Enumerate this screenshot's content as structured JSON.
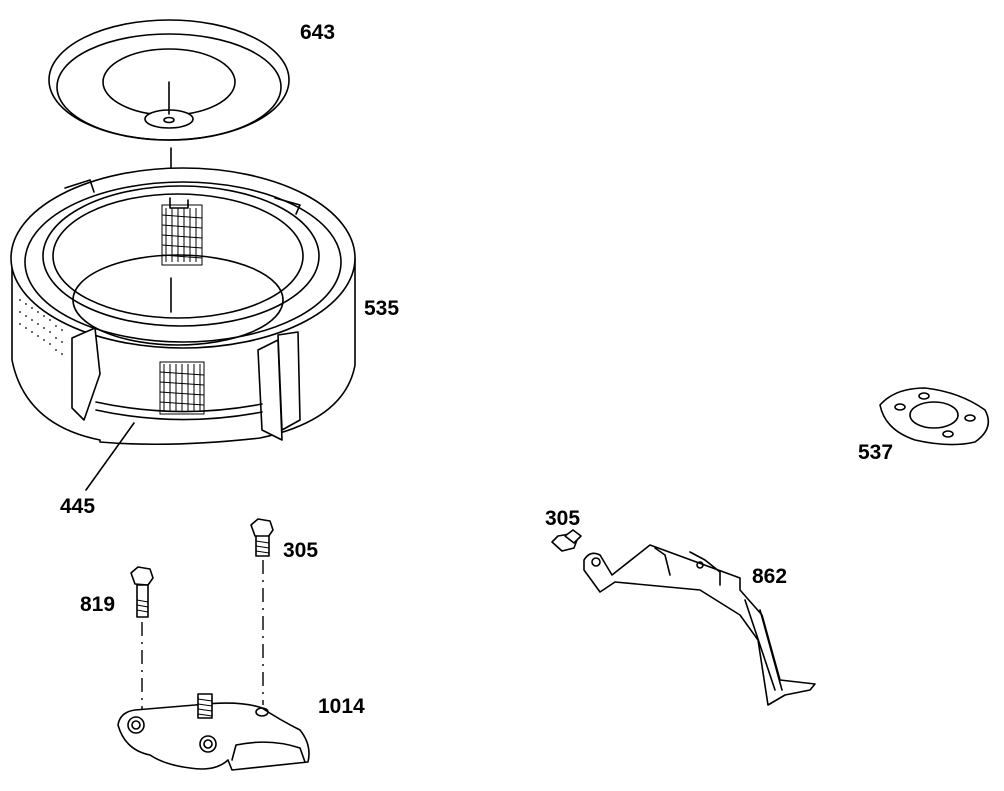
{
  "parts": [
    {
      "id": "cover",
      "label": "643"
    },
    {
      "id": "precleaner",
      "label": "535"
    },
    {
      "id": "filter",
      "label": "445"
    },
    {
      "id": "gasket",
      "label": "537"
    },
    {
      "id": "screw-right",
      "label": "305"
    },
    {
      "id": "bracket",
      "label": "862"
    },
    {
      "id": "screw-left",
      "label": "305"
    },
    {
      "id": "bolt",
      "label": "819"
    },
    {
      "id": "base",
      "label": "1014"
    }
  ]
}
